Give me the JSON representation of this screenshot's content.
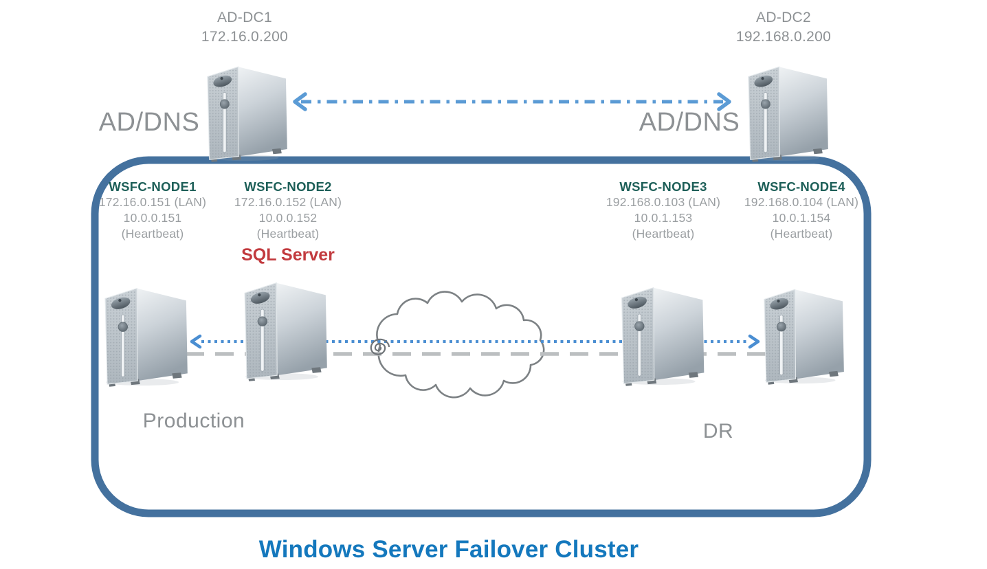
{
  "diagram_title": "Windows Server Failover Cluster",
  "ad_servers": [
    {
      "name": "AD-DC1",
      "ip": "172.16.0.200",
      "role": "AD/DNS"
    },
    {
      "name": "AD-DC2",
      "ip": "192.168.0.200",
      "role": "AD/DNS"
    }
  ],
  "cluster": {
    "nodes": [
      {
        "name": "WSFC-NODE1",
        "lan": "172.16.0.151 (LAN)",
        "heartbeat_ip": "10.0.0.151",
        "heartbeat_caption": "(Heartbeat)"
      },
      {
        "name": "WSFC-NODE2",
        "lan": "172.16.0.152 (LAN)",
        "heartbeat_ip": "10.0.0.152",
        "heartbeat_caption": "(Heartbeat)",
        "app": "SQL Server"
      },
      {
        "name": "WSFC-NODE3",
        "lan": "192.168.0.103 (LAN)",
        "heartbeat_ip": "10.0.1.153",
        "heartbeat_caption": "(Heartbeat)"
      },
      {
        "name": "WSFC-NODE4",
        "lan": "192.168.0.104 (LAN)",
        "heartbeat_ip": "10.0.1.154",
        "heartbeat_caption": "(Heartbeat)"
      }
    ],
    "zones": {
      "production": "Production",
      "dr": "DR"
    }
  },
  "colors": {
    "cluster_border": "#44719e",
    "ad_replication_arrow": "#5b9bd5",
    "lan_link_arrow": "#4a8ed2",
    "storage_link": "#bcbfc1",
    "node_name_text": "#1d5f58",
    "ip_text": "#9b9fa2",
    "zone_text": "#8d9194",
    "sql_label_text": "#c23a3e",
    "title_text": "#1478bd",
    "cloud_outline": "#7c8184"
  }
}
